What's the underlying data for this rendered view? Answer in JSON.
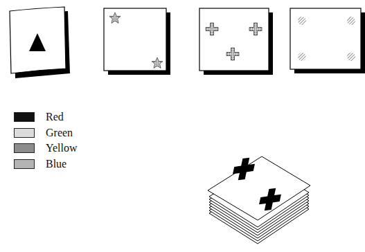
{
  "diagram": {
    "legend": [
      {
        "text": "Red",
        "color": "#111111"
      },
      {
        "text": "Green",
        "color": "#dcdcdc"
      },
      {
        "text": "Yellow",
        "color": "#8c8c8c"
      },
      {
        "text": "Blue",
        "color": "#b4b4b4"
      }
    ]
  }
}
